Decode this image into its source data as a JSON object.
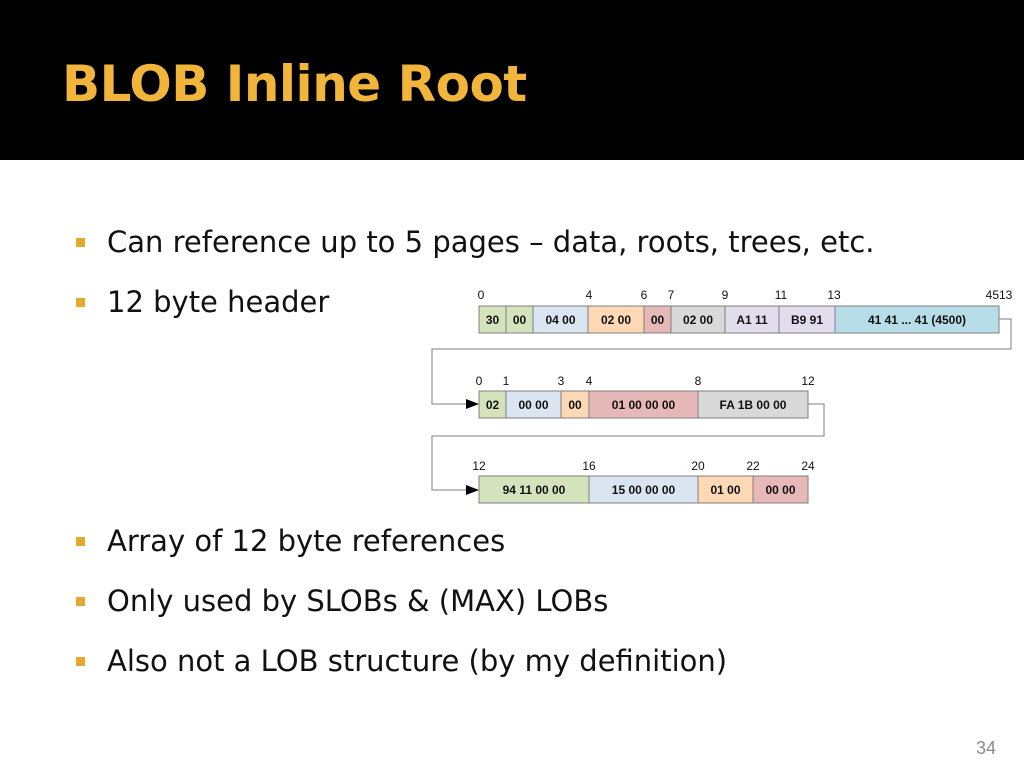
{
  "slide": {
    "title": "BLOB Inline Root",
    "page_number": "34"
  },
  "bullets": [
    "Can reference up to 5 pages – data, roots, trees, etc.",
    "12 byte header",
    "Array of 12 byte references",
    "Only used by SLOBs & (MAX) LOBs",
    "Also not a LOB structure (by my definition)"
  ],
  "colors": {
    "header_bg": "#000000",
    "title": "#f2b53b",
    "bullet_marker": "#e6a92e",
    "green": "#d5e3bc",
    "blue": "#dbe5f1",
    "orange": "#fcd8b4",
    "red": "#e6b9b8",
    "grey": "#d9d9d9",
    "purple": "#e2dcec",
    "cyan": "#b7dde8"
  },
  "diagram": {
    "rows": [
      {
        "offsets": [
          "0",
          "4",
          "6",
          "7",
          "9",
          "11",
          "13",
          "4513"
        ],
        "cells": [
          {
            "label": "30",
            "color": "green"
          },
          {
            "label": "00",
            "color": "green"
          },
          {
            "label": "04 00",
            "color": "blue"
          },
          {
            "label": "02 00",
            "color": "orange"
          },
          {
            "label": "00",
            "color": "red"
          },
          {
            "label": "02 00",
            "color": "grey"
          },
          {
            "label": "A1 11",
            "color": "purple"
          },
          {
            "label": "B9 91",
            "color": "purple"
          },
          {
            "label": "41 41 ... 41 (4500)",
            "color": "cyan"
          }
        ]
      },
      {
        "offsets": [
          "0",
          "1",
          "3",
          "4",
          "8",
          "12"
        ],
        "cells": [
          {
            "label": "02",
            "color": "green"
          },
          {
            "label": "00 00",
            "color": "blue"
          },
          {
            "label": "00",
            "color": "orange"
          },
          {
            "label": "01 00 00 00",
            "color": "red"
          },
          {
            "label": "FA 1B 00 00",
            "color": "grey"
          }
        ]
      },
      {
        "offsets": [
          "12",
          "16",
          "20",
          "22",
          "24"
        ],
        "cells": [
          {
            "label": "94 11 00 00",
            "color": "green"
          },
          {
            "label": "15 00 00 00",
            "color": "blue"
          },
          {
            "label": "01 00",
            "color": "orange"
          },
          {
            "label": "00 00",
            "color": "red"
          }
        ]
      }
    ]
  }
}
